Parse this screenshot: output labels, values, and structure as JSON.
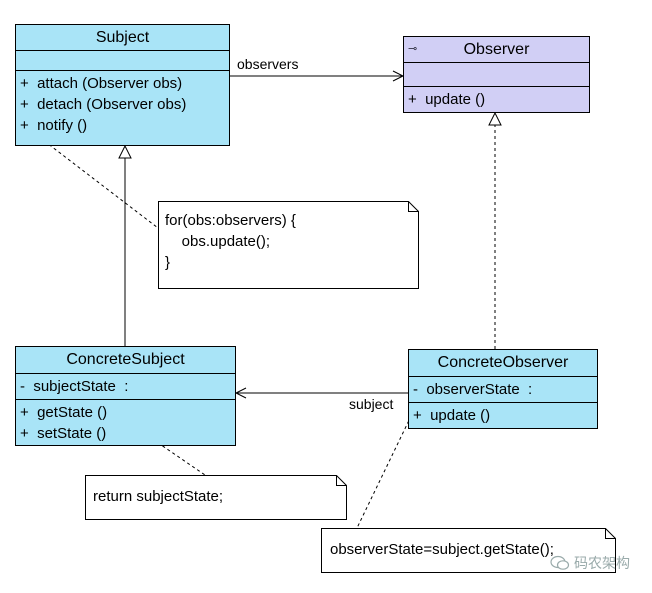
{
  "classes": {
    "subject": {
      "name": "Subject",
      "attributes": [],
      "operations": [
        "+  attach (Observer obs)",
        "+  detach (Observer obs)",
        "+  notify ()"
      ]
    },
    "observer": {
      "name": "Observer",
      "attributes": [],
      "operations": [
        "+  update ()"
      ]
    },
    "concrete_subject": {
      "name": "ConcreteSubject",
      "attributes": [
        "-  subjectState  :"
      ],
      "operations": [
        "+  getState ()",
        "+  setState ()"
      ]
    },
    "concrete_observer": {
      "name": "ConcreteObserver",
      "attributes": [
        "-  observerState  :"
      ],
      "operations": [
        "+  update ()"
      ]
    }
  },
  "notes": {
    "notify_note": [
      "for(obs:observers) {",
      "    obs.update();",
      "}"
    ],
    "getstate_note": [
      "return subjectState;"
    ],
    "update_note": [
      "observerState=subject.getState();"
    ]
  },
  "edge_labels": {
    "observers": "observers",
    "subject": "subject"
  },
  "watermark": {
    "text": "码农架构",
    "icon": "wechat-icon"
  },
  "colors": {
    "subject_fill": "#a9e4f7",
    "observer_fill": "#d1cff5"
  }
}
